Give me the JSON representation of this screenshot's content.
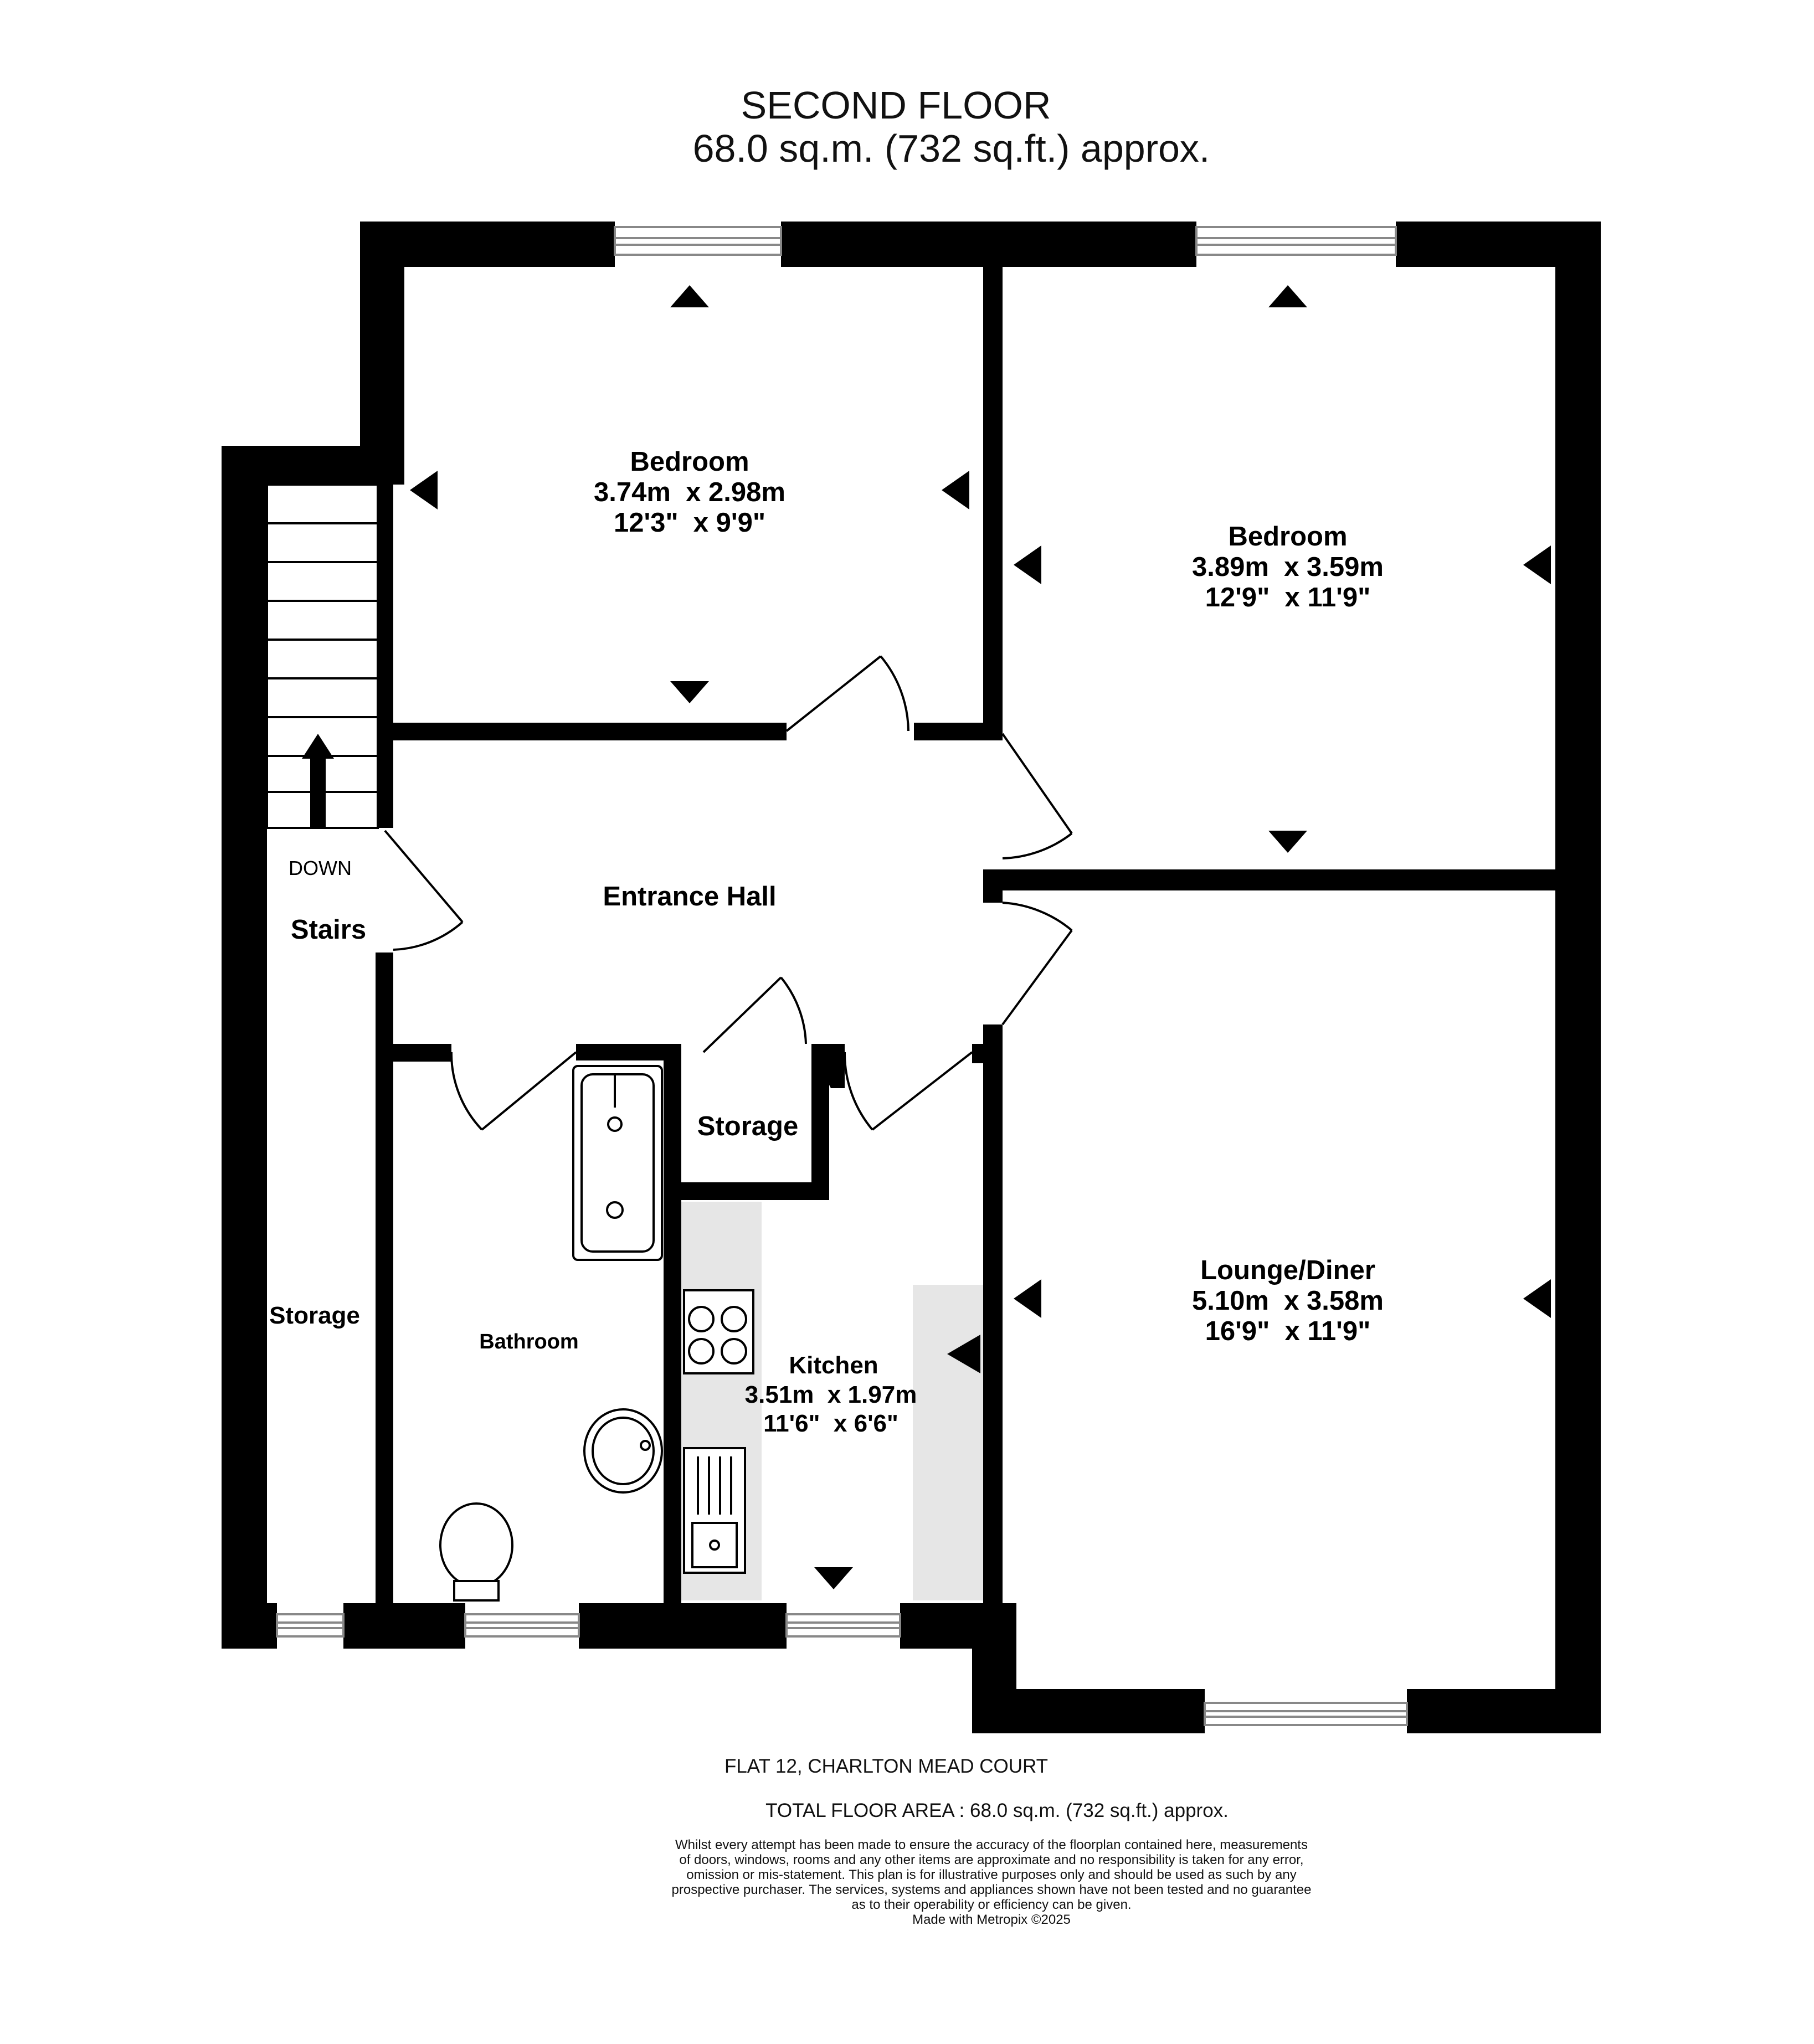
{
  "header": {
    "floor": "SECOND FLOOR",
    "area": "68.0 sq.m. (732 sq.ft.) approx."
  },
  "rooms": {
    "bedroom1": {
      "name": "Bedroom",
      "metric": "3.74m  x 2.98m",
      "imperial": "12'3\"  x 9'9\""
    },
    "bedroom2": {
      "name": "Bedroom",
      "metric": "3.89m  x 3.59m",
      "imperial": "12'9\"  x 11'9\""
    },
    "lounge": {
      "name": "Lounge/Diner",
      "metric": "5.10m  x 3.58m",
      "imperial": "16'9\"  x 11'9\""
    },
    "kitchen": {
      "name": "Kitchen",
      "metric": "3.51m  x 1.97m",
      "imperial": "11'6\"  x 6'6\""
    },
    "hall": {
      "name": "Entrance Hall"
    },
    "bathroom": {
      "name": "Bathroom"
    },
    "storage_left": {
      "name": "Storage"
    },
    "storage_center": {
      "name": "Storage"
    },
    "stairs": {
      "name": "Stairs",
      "direction": "DOWN"
    }
  },
  "footer": {
    "address": "FLAT 12, CHARLTON MEAD COURT",
    "total_area": "TOTAL FLOOR AREA : 68.0 sq.m. (732 sq.ft.) approx.",
    "disclaimer": [
      "Whilst every attempt has been made to ensure the accuracy of the floorplan contained here, measurements",
      "of doors, windows, rooms and any other items are approximate and no responsibility is taken for any error,",
      "omission or mis-statement. This plan is for illustrative purposes only and should be used as such by any",
      "prospective purchaser. The services, systems and appliances shown have not been tested and no guarantee",
      "as to their operability or efficiency can be given."
    ],
    "credit": "Made with Metropix ©2025"
  },
  "colors": {
    "wall": "#000000",
    "shade": "#e6e6e6",
    "window": "#888888"
  }
}
